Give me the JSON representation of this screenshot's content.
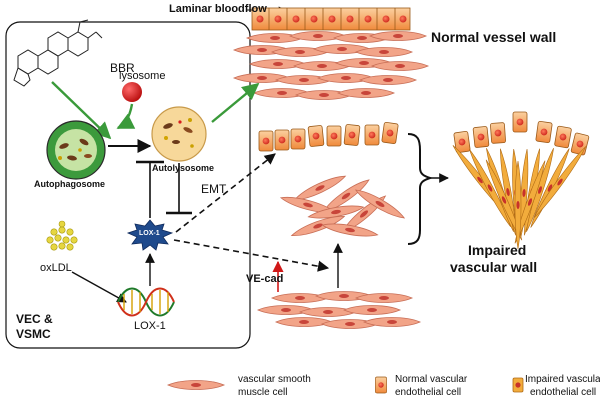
{
  "labels": {
    "laminar_flow": "Laminar bloodflow",
    "normal_wall": "Normal vessel wall",
    "bbr": "BBR",
    "lysosome": "lysosome",
    "autophagosome": "Autophagosome",
    "autolysosome": "Autolysosome",
    "emt": "EMT",
    "lox1_receptor": "LOX-1",
    "oxldl": "oxLDL",
    "lox1_gene": "LOX-1",
    "vecad": "VE-cad",
    "vec_line1": "VEC &",
    "vec_line2": "VSMC",
    "impaired_line1": "Impaired",
    "impaired_line2": "vascular wall"
  },
  "legend": [
    {
      "text_line1": "vascular smooth",
      "text_line2": "muscle cell",
      "icon": "smooth-muscle-cell-icon"
    },
    {
      "text_line1": "Normal vascular",
      "text_line2": "endothelial cell",
      "icon": "normal-endothelial-cell-icon"
    },
    {
      "text_line1": "Impaired vascular",
      "text_line2": "endothelial cell",
      "icon": "impaired-endothelial-cell-icon"
    }
  ],
  "colors": {
    "arrow_green": "#3a9a3a",
    "lysosome_red": "#d81e1e",
    "autophagosome_green": "#3c9a3c",
    "autolysosome_fill": "#f7d89a",
    "endothelial_fill": "#f6a860",
    "impaired_fill": "#f2ac3c",
    "smc_fill": "#f2a488",
    "nucleus_red": "#d8322a",
    "lox1_blue": "#1f4a8c",
    "vecad_arrow": "#d01818"
  }
}
